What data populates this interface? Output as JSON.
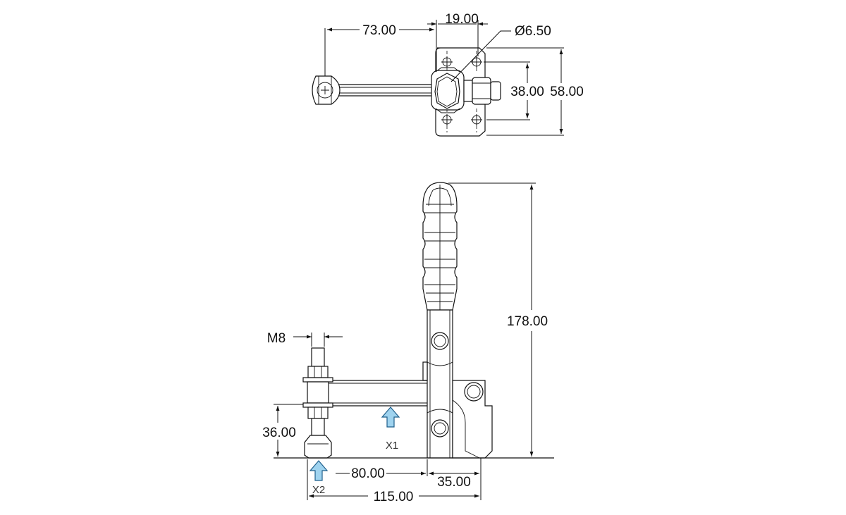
{
  "top_view": {
    "dim_handle_length": "73.00",
    "dim_hole_spacing_x": "19.00",
    "dim_hole_diameter": "Ø6.50",
    "dim_hole_spacing_y": "38.00",
    "dim_base_width": "58.00"
  },
  "side_view": {
    "dim_thread": "M8",
    "dim_height": "178.00",
    "dim_spindle_height": "36.00",
    "dim_reach": "80.00",
    "dim_base_length": "35.00",
    "dim_total_length": "115.00",
    "force_point_1": "X1",
    "force_point_2": "X2"
  },
  "colors": {
    "line": "#111111",
    "arrow_fill": "#9fd3ef",
    "arrow_stroke": "#1f5f8b"
  }
}
